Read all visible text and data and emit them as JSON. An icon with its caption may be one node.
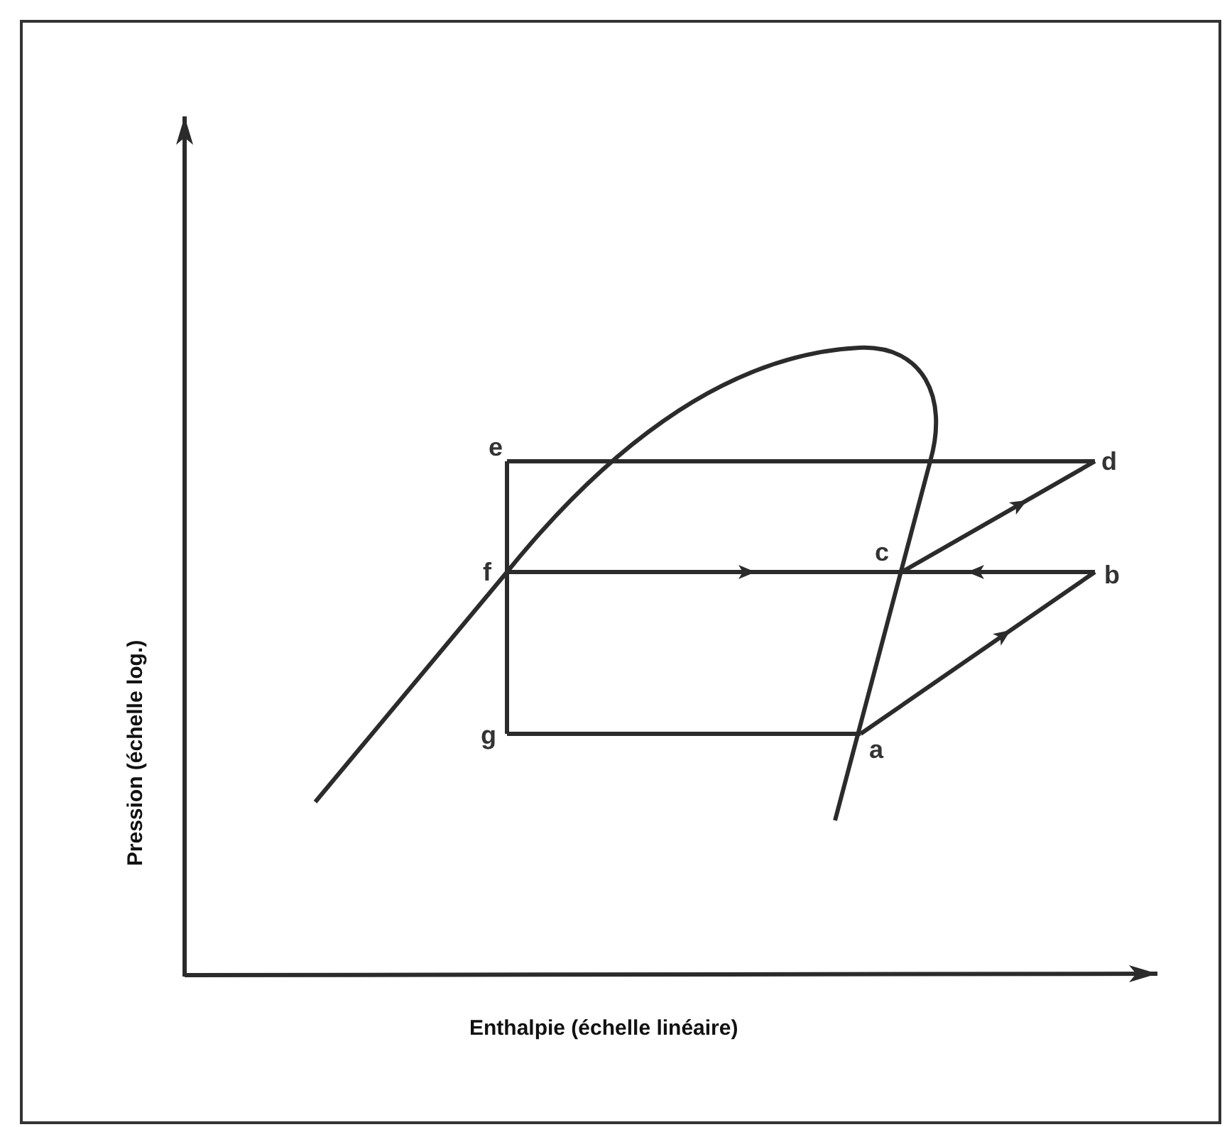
{
  "diagram": {
    "nodes": [
      {
        "text": [
          "e"
        ]
      },
      {
        "text": [
          "d"
        ]
      },
      {
        "text": [
          "f"
        ]
      },
      {
        "text": [
          "c"
        ]
      },
      {
        "text": [
          "b"
        ]
      },
      {
        "text": [
          "g"
        ]
      },
      {
        "text": [
          "a"
        ]
      }
    ],
    "edges": [
      {
        "from": 6,
        "to": 4,
        "arrow": "to"
      },
      {
        "from": 4,
        "to": 3,
        "arrow": "to"
      },
      {
        "from": 2,
        "to": 3,
        "arrow": "to"
      },
      {
        "from": 3,
        "to": 1,
        "arrow": "to"
      },
      {
        "from": 1,
        "to": 0,
        "arrow": "none"
      },
      {
        "from": 0,
        "to": 2,
        "arrow": "none"
      },
      {
        "from": 2,
        "to": 5,
        "arrow": "none"
      },
      {
        "from": 5,
        "to": 6,
        "arrow": "none"
      }
    ],
    "labels": [
      "Pression (échelle log.)",
      "Enthalpie (échelle linéaire)"
    ]
  }
}
